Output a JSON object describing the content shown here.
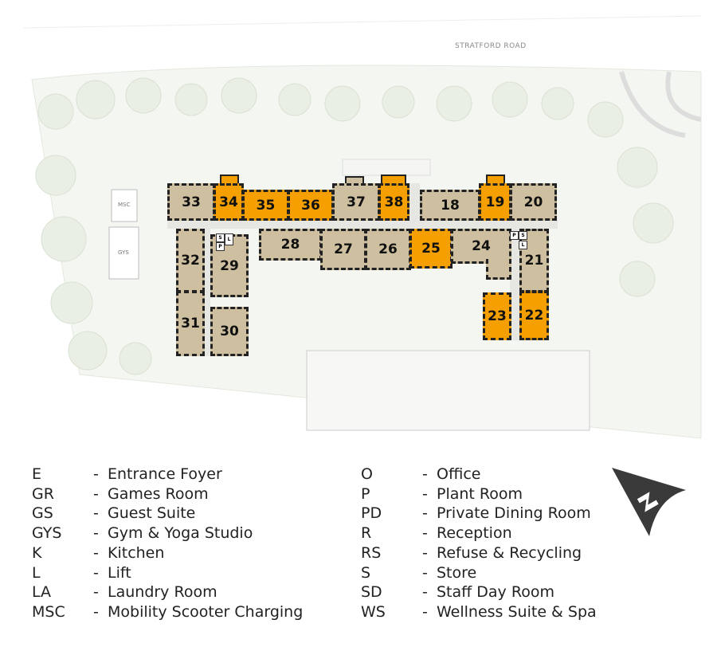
{
  "map": {
    "road_label": "STRATFORD ROAD",
    "side_labels": {
      "msc": "MSC",
      "gys": "GYS"
    },
    "service_labels": {
      "s": "S",
      "l": "L",
      "p": "P"
    },
    "colors": {
      "available": "#f5a000",
      "unit": "#cdbf9f",
      "greenery": "#e9efe4"
    },
    "rooms": [
      {
        "number": "33",
        "highlighted": false
      },
      {
        "number": "34",
        "highlighted": true
      },
      {
        "number": "35",
        "highlighted": true
      },
      {
        "number": "36",
        "highlighted": true
      },
      {
        "number": "37",
        "highlighted": false
      },
      {
        "number": "38",
        "highlighted": true
      },
      {
        "number": "18",
        "highlighted": false
      },
      {
        "number": "19",
        "highlighted": true
      },
      {
        "number": "20",
        "highlighted": false
      },
      {
        "number": "28",
        "highlighted": false
      },
      {
        "number": "27",
        "highlighted": false
      },
      {
        "number": "26",
        "highlighted": false
      },
      {
        "number": "25",
        "highlighted": true
      },
      {
        "number": "24",
        "highlighted": false
      },
      {
        "number": "21",
        "highlighted": false
      },
      {
        "number": "22",
        "highlighted": true
      },
      {
        "number": "23",
        "highlighted": true
      },
      {
        "number": "32",
        "highlighted": false
      },
      {
        "number": "31",
        "highlighted": false
      },
      {
        "number": "29",
        "highlighted": false
      },
      {
        "number": "30",
        "highlighted": false
      }
    ],
    "compass_label": "N"
  },
  "legend": {
    "left": [
      {
        "code": "E",
        "name": "Entrance Foyer"
      },
      {
        "code": "GR",
        "name": "Games Room"
      },
      {
        "code": "GS",
        "name": "Guest Suite"
      },
      {
        "code": "GYS",
        "name": "Gym & Yoga Studio"
      },
      {
        "code": "K",
        "name": "Kitchen"
      },
      {
        "code": "L",
        "name": "Lift"
      },
      {
        "code": "LA",
        "name": "Laundry Room"
      },
      {
        "code": "MSC",
        "name": "Mobility Scooter Charging"
      }
    ],
    "right": [
      {
        "code": "O",
        "name": "Office"
      },
      {
        "code": "P",
        "name": "Plant Room"
      },
      {
        "code": "PD",
        "name": "Private Dining Room"
      },
      {
        "code": "R",
        "name": "Reception"
      },
      {
        "code": "RS",
        "name": "Refuse & Recycling"
      },
      {
        "code": "S",
        "name": "Store"
      },
      {
        "code": "SD",
        "name": "Staff Day Room"
      },
      {
        "code": "WS",
        "name": "Wellness Suite  & Spa"
      }
    ],
    "separator": "-"
  }
}
